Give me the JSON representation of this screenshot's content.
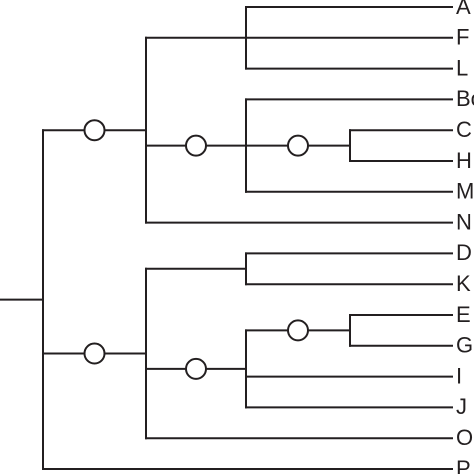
{
  "colors": {
    "line": "#231f20",
    "background": "#ffffff",
    "node_fill": "#ffffff"
  },
  "taxa": [
    "A",
    "F",
    "L",
    "Bo",
    "C",
    "H",
    "M",
    "N",
    "D",
    "K",
    "E",
    "G",
    "I",
    "J",
    "O",
    "P"
  ],
  "tree": {
    "name": "root",
    "children": [
      {
        "name": "upper-clade",
        "marked": true,
        "children": [
          {
            "name": "clade-afl",
            "children": [
              {
                "taxon": 0
              },
              {
                "taxon": 1
              },
              {
                "taxon": 2
              }
            ]
          },
          {
            "name": "clade-bochm",
            "marked": true,
            "children": [
              {
                "taxon": 3
              },
              {
                "name": "clade-ch",
                "marked": true,
                "children": [
                  {
                    "taxon": 4
                  },
                  {
                    "taxon": 5
                  }
                ]
              },
              {
                "taxon": 6
              }
            ]
          },
          {
            "taxon": 7
          }
        ]
      },
      {
        "name": "lower-clade",
        "marked": true,
        "children": [
          {
            "name": "clade-dk",
            "children": [
              {
                "taxon": 8
              },
              {
                "taxon": 9
              }
            ]
          },
          {
            "name": "clade-egij",
            "marked": true,
            "children": [
              {
                "name": "clade-eg",
                "marked": true,
                "children": [
                  {
                    "taxon": 10
                  },
                  {
                    "taxon": 11
                  }
                ]
              },
              {
                "taxon": 12
              },
              {
                "taxon": 13
              }
            ]
          },
          {
            "taxon": 14
          }
        ]
      },
      {
        "taxon": 15
      }
    ]
  }
}
